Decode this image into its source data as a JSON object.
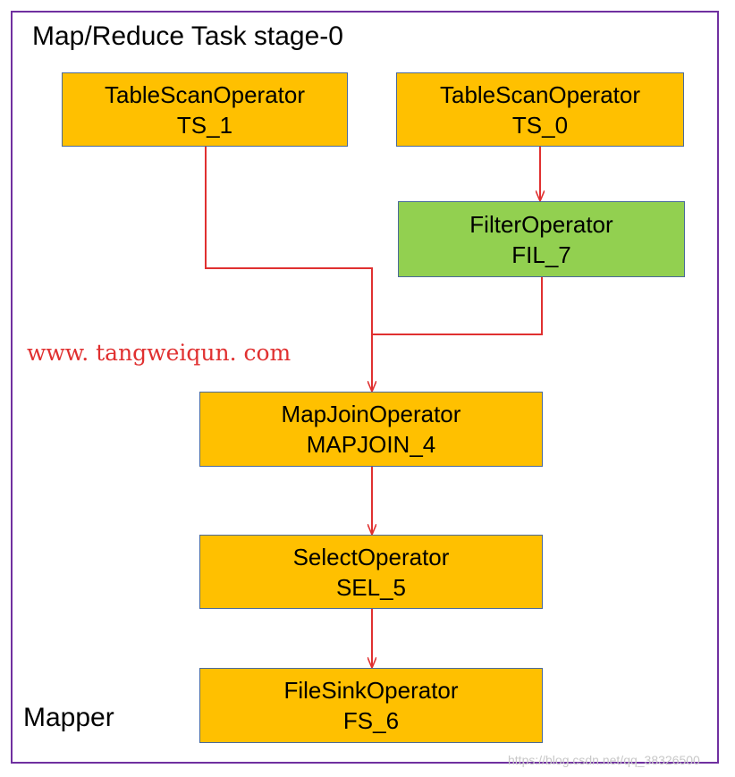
{
  "diagram": {
    "title": "Map/Reduce Task stage-0",
    "footer_label": "Mapper",
    "nodes": {
      "ts1": {
        "type": "TableScanOperator",
        "id": "TS_1"
      },
      "ts0": {
        "type": "TableScanOperator",
        "id": "TS_0"
      },
      "fil7": {
        "type": "FilterOperator",
        "id": "FIL_7"
      },
      "mapjoin4": {
        "type": "MapJoinOperator",
        "id": "MAPJOIN_4"
      },
      "sel5": {
        "type": "SelectOperator",
        "id": "SEL_5"
      },
      "fs6": {
        "type": "FileSinkOperator",
        "id": "FS_6"
      }
    },
    "edges": [
      {
        "from": "TS_1",
        "to": "MAPJOIN_4"
      },
      {
        "from": "TS_0",
        "to": "FIL_7"
      },
      {
        "from": "FIL_7",
        "to": "MAPJOIN_4"
      },
      {
        "from": "MAPJOIN_4",
        "to": "SEL_5"
      },
      {
        "from": "SEL_5",
        "to": "FS_6"
      }
    ],
    "colors": {
      "operator_fill": "#ffc000",
      "filter_fill": "#92d050",
      "edge": "#e03030",
      "frame": "#7030a0"
    }
  },
  "watermark": "www. tangweiqun. com",
  "corner_watermark": "https://blog.csdn.net/qq_38326500"
}
